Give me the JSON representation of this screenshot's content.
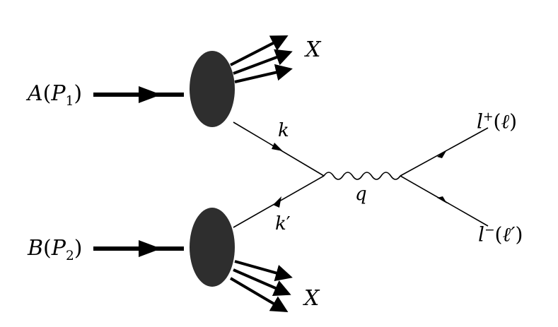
{
  "figure": {
    "background": "#ffffff",
    "ink": "#000000",
    "blob_color": "#2e2e2e"
  },
  "labels": {
    "beam_a": {
      "name": "A",
      "open": "(",
      "momentum": "P",
      "sub": "1",
      "close": ")"
    },
    "beam_b": {
      "name": "B",
      "open": "(",
      "momentum": "P",
      "sub": "2",
      "close": ")"
    },
    "remnant_top": "X",
    "remnant_bottom": "X",
    "parton_k": "k",
    "parton_k_prime": {
      "symbol": "k",
      "prime": "′"
    },
    "boson_q": "q",
    "lepton_plus": {
      "symbol": "l",
      "sup": "+",
      "open": "(",
      "momentum": "ℓ",
      "close": ")"
    },
    "lepton_minus": {
      "symbol": "l",
      "sup": "−",
      "open": "(",
      "momentum": "ℓ′",
      "close": ")"
    }
  },
  "icons": {
    "hadron_blob": "ellipse",
    "photon_line": "wavy-line",
    "beam_arrow": "thick-arrow"
  }
}
